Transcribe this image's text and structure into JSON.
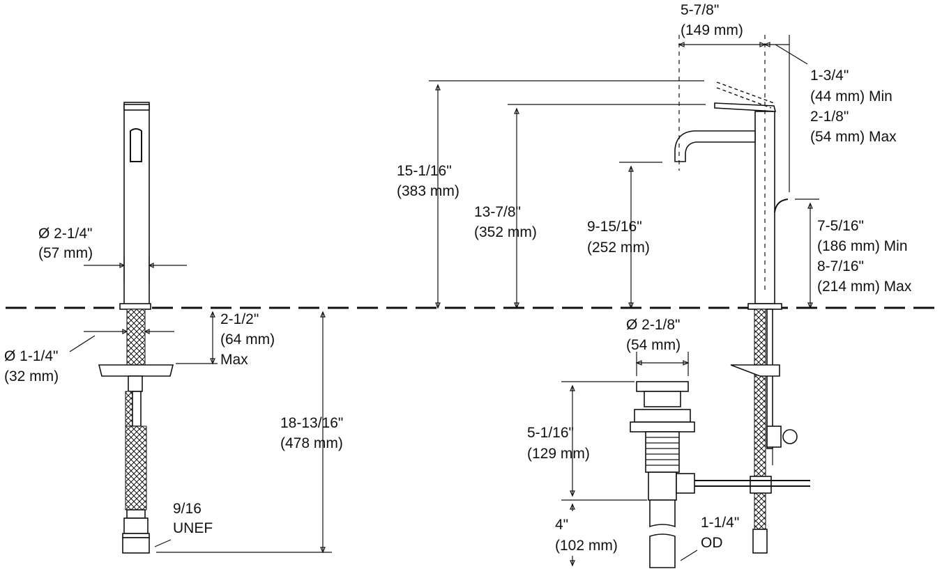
{
  "colors": {
    "line": "#111111",
    "background": "#ffffff"
  },
  "left_view": {
    "spout_diameter": "Ø 2-1/4\"",
    "spout_diameter_mm": "(57 mm)",
    "shank_diameter": "Ø 1-1/4\"",
    "shank_diameter_mm": "(32 mm)",
    "deck_thickness": "2-1/2\"",
    "deck_thickness_mm": "(64 mm)",
    "deck_thickness_note": "Max",
    "below_deck_length": "18-13/16\"",
    "below_deck_length_mm": "(478 mm)",
    "thread_size": "9/16",
    "thread_type": "UNEF"
  },
  "right_view": {
    "overall_height": "15-1/16\"",
    "overall_height_mm": "(383 mm)",
    "handle_height": "13-7/8\"",
    "handle_height_mm": "(352 mm)",
    "spout_outlet_height": "9-15/16\"",
    "spout_outlet_height_mm": "(252 mm)",
    "spout_reach": "5-7/8\"",
    "spout_reach_mm": "(149 mm)",
    "handle_clearance": "1-3/4\"",
    "handle_clearance_min": "(44 mm) Min",
    "handle_clearance_max": "2-1/8\"",
    "handle_clearance_max_mm": "(54 mm) Max",
    "lift_rod_height_min": "7-5/16\"",
    "lift_rod_height_min_mm": "(186 mm) Min",
    "lift_rod_height_max": "8-7/16\"",
    "lift_rod_height_max_mm": "(214 mm) Max",
    "drain_diameter": "Ø 2-1/8\"",
    "drain_diameter_mm": "(54 mm)",
    "drain_body_length": "5-1/16\"",
    "drain_body_length_mm": "(129 mm)",
    "tailpiece_length": "4\"",
    "tailpiece_length_mm": "(102 mm)",
    "tailpiece_od": "1-1/4\"",
    "tailpiece_od_label": "OD"
  }
}
